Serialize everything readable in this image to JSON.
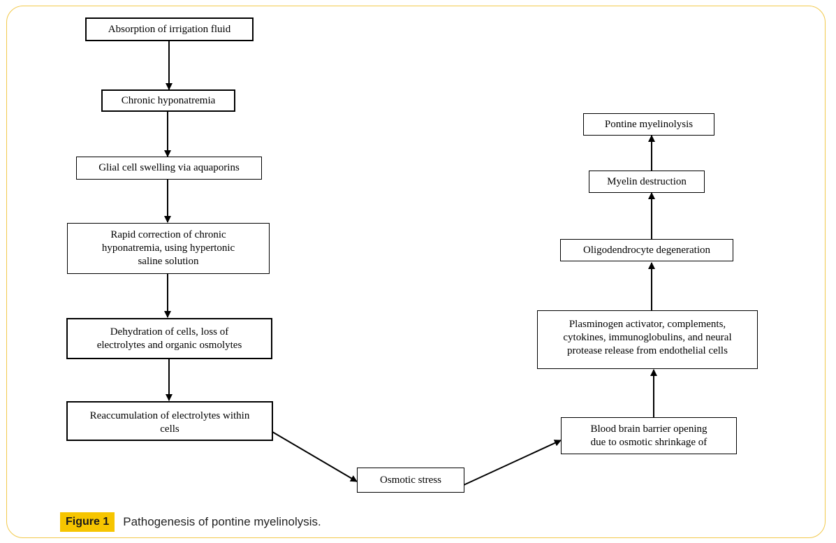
{
  "nodes": {
    "absorption": "Absorption of irrigation fluid",
    "chronic_hyponatremia": "Chronic hyponatremia",
    "glial_swelling": "Glial cell swelling via aquaporins",
    "rapid_correction": "Rapid correction of chronic\nhyponatremia, using hypertonic\nsaline solution",
    "dehydration": "Dehydration of cells, loss of\nelectrolytes and organic osmolytes",
    "reaccumulation": "Reaccumulation of electrolytes within\ncells",
    "osmotic_stress": "Osmotic stress",
    "bbb_opening": "Blood brain barrier opening\ndue to osmotic shrinkage of",
    "plasminogen": "Plasminogen activator, complements,\ncytokines, immunoglobulins, and neural\nprotease release from endothelial cells",
    "oligodendrocyte": "Oligodendrocyte degeneration",
    "myelin_destruction": "Myelin destruction",
    "pontine_myelinolysis": "Pontine myelinolysis"
  },
  "caption": {
    "label": "Figure 1",
    "text": "Pathogenesis of pontine myelinolysis."
  },
  "colors": {
    "frame_border": "#f2c94c",
    "caption_tag": "#f6c500"
  }
}
